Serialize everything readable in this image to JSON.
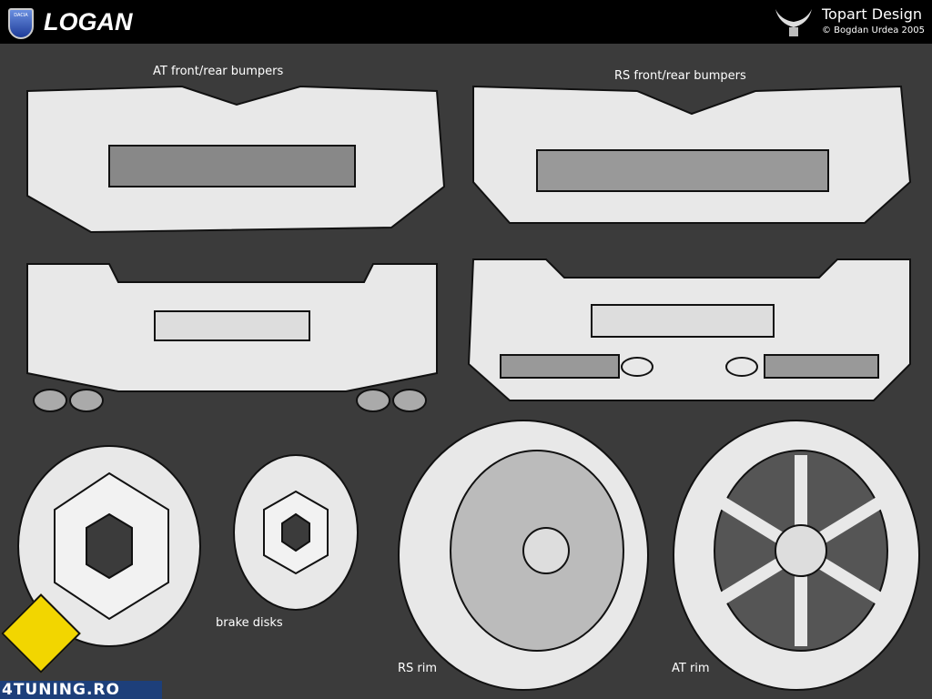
{
  "header": {
    "badge_text": "DACIA",
    "logo": "LOGAN",
    "brand": "Topart Design",
    "copyright": "© Bogdan Urdea 2005"
  },
  "labels": {
    "at_bumpers": "AT front/rear bumpers",
    "rs_bumpers": "RS front/rear bumpers",
    "brake_disks": "brake disks",
    "rs_rim": "RS rim",
    "at_rim": "AT rim"
  },
  "watermark": "4TUNING.RO"
}
